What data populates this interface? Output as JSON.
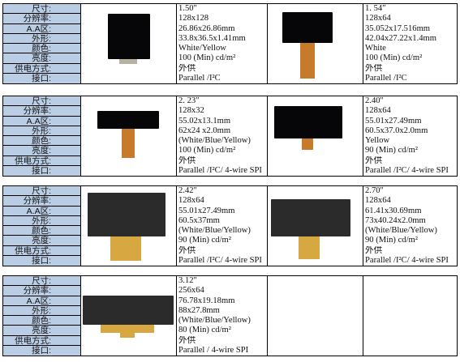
{
  "labels": [
    "尺寸:",
    "分辨率:",
    "A.A区:",
    "外形:",
    "颜色:",
    "亮度:",
    "供电方式:",
    "接口:"
  ],
  "products": [
    {
      "values": [
        "1.50\"",
        "128x128",
        "26.86x26.86mm",
        "33.8x36.5x1.41mm",
        "White/Yellow",
        "100 (Min) cd/m²",
        "外供",
        "Parallel /I²C"
      ]
    },
    {
      "values": [
        "1. 54″",
        "128x64",
        "35.052x17.516mm",
        "42.04x27.22x1.4mm",
        "White",
        "100 (Min) cd/m²",
        "外供",
        "Parallel /I²C"
      ]
    },
    {
      "values": [
        "2. 23″",
        "128x32",
        "55.02x13.1mm",
        "62x24 x2.0mm",
        "(White/Blue/Yellow)",
        "100 (Min) cd/m²",
        "外供",
        "Parallel /I²C/ 4-wire SPI"
      ]
    },
    {
      "values": [
        "2.40\"",
        "128x64",
        "55.01x27.49mm",
        "60.5x37.0x2.0mm",
        "Yellow",
        "90 (Min) cd/m²",
        "外供",
        "Parallel /I²C/ 4-wire SPI"
      ]
    },
    {
      "values": [
        "2.42\"",
        "128x64",
        "55.01x27.49mm",
        "60.5x37mm",
        "(White/Blue/Yellow)",
        "90 (Min) cd/m²",
        "外供",
        "Parallel /I²C/ 4-wire SPI"
      ]
    },
    {
      "values": [
        "2.70\"",
        "128x64",
        "61.41x30.69mm",
        "73x40.24x2.0mm",
        "(White/Blue/Yellow)",
        "90 (Min) cd/m²",
        "外供",
        "Parallel /I²C/ 4-wire SPI"
      ]
    },
    {
      "values": [
        "3.12\"",
        "256x64",
        "76.78x19.18mm",
        "88x27.8mm",
        "(White/Blue/Yellow)",
        "80 (Min) cd/m²",
        "外供",
        "Parallel / 4-wire SPI"
      ]
    }
  ],
  "colors": {
    "label_bg": "#b9cde5",
    "border": "#000000",
    "panel": "#060608",
    "flex": "#c87a2b"
  }
}
